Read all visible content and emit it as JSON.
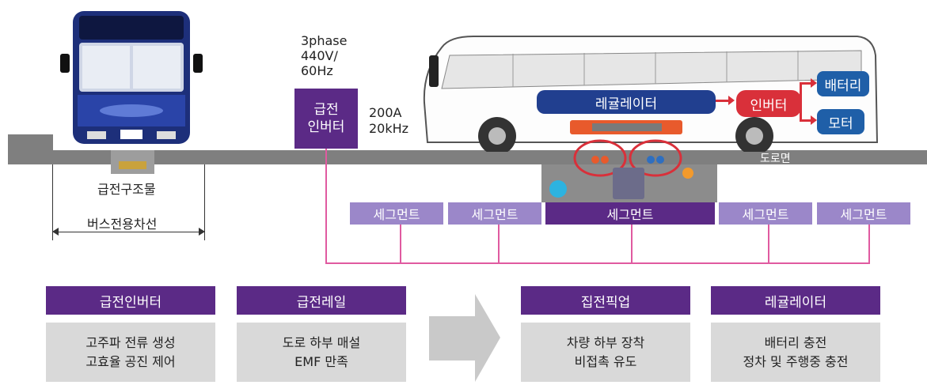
{
  "supply": {
    "power_spec": [
      "3phase",
      "440V/",
      "60Hz"
    ],
    "inverter_box": [
      "급전",
      "인버터"
    ],
    "output_spec": [
      "200A",
      "20kHz"
    ]
  },
  "left": {
    "structure_label": "급전구조물",
    "lane_label": "버스전용차선"
  },
  "vehicle": {
    "regulator": "레귤레이터",
    "inverter": "인버터",
    "battery": "배터리",
    "motor": "모터"
  },
  "road_label": "도로면",
  "segments": [
    "세그먼트",
    "세그먼트",
    "세그먼트",
    "세그먼트",
    "세그먼트"
  ],
  "features": [
    {
      "title": "급전인버터",
      "lines": [
        "고주파 전류 생성",
        "고효율 공진 제어"
      ]
    },
    {
      "title": "급전레일",
      "lines": [
        "도로 하부 매설",
        "EMF 만족"
      ]
    },
    {
      "title": "집전픽업",
      "lines": [
        "차량 하부 장착",
        "비접촉 유도"
      ]
    },
    {
      "title": "레귤레이터",
      "lines": [
        "배터리 충전",
        "정차 및 주행중 충전"
      ]
    }
  ],
  "colors": {
    "purple": "#5b2a86",
    "light_purple": "#9b87c9",
    "pink": "#e05aa0",
    "blue": "#1f5fa8",
    "red": "#d9303a"
  }
}
